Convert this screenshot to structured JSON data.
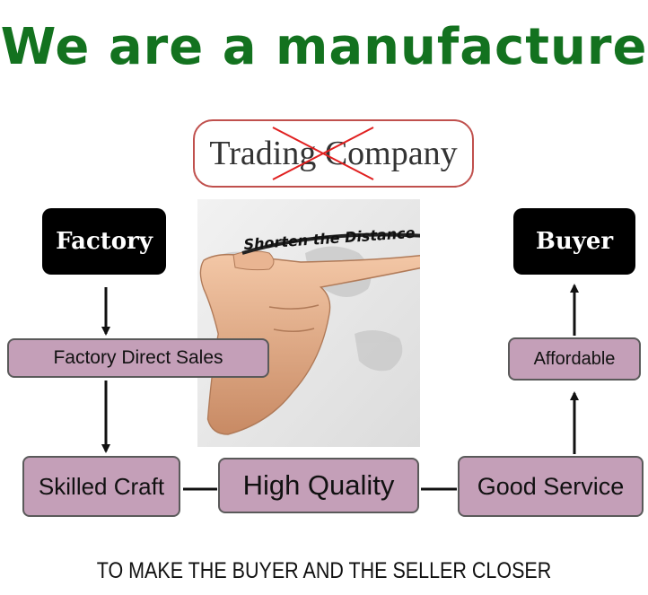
{
  "headline": "We are a manufacture",
  "trading_label": "Trading Company",
  "photo_caption": "Shorten the Distance",
  "nodes": {
    "factory": "Factory",
    "buyer": "Buyer",
    "factory_direct_sales": "Factory Direct Sales",
    "affordable": "Affordable",
    "skilled_craft": "Skilled Craft",
    "high_quality": "High Quality",
    "good_service": "Good Service"
  },
  "footer": "TO MAKE THE BUYER AND THE SELLER CLOSER",
  "colors": {
    "headline": "#13721f",
    "trading_border": "#c0504d",
    "cross": "#e02020",
    "pill_fill": "#c49fb8",
    "pill_border": "#5a5a5a",
    "black_box": "#000000"
  },
  "icons": [
    "cross-out-icon",
    "pointing-hand-icon",
    "world-map-icon"
  ]
}
